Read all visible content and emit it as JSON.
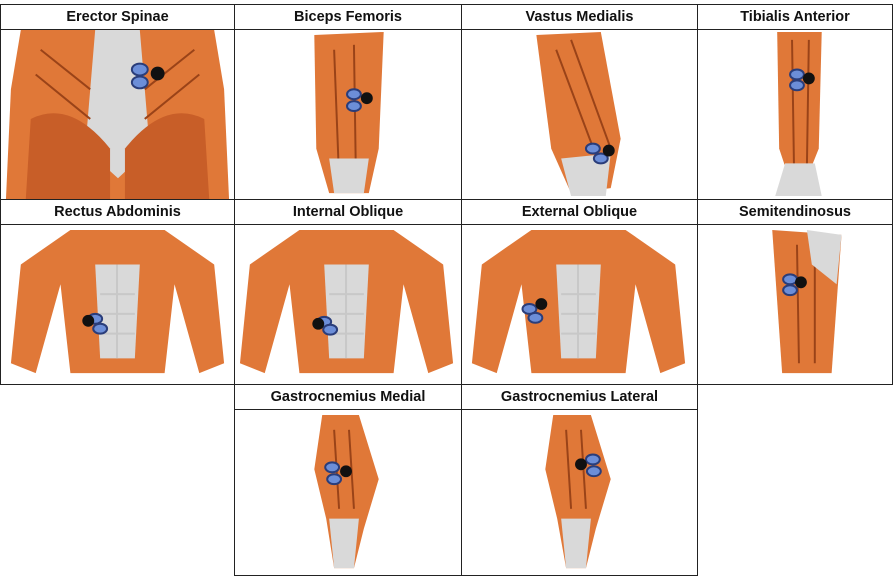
{
  "panels": [
    {
      "id": "erector-spinae",
      "label": "Erector Spinae",
      "view": "back"
    },
    {
      "id": "biceps-femoris",
      "label": "Biceps Femoris",
      "view": "thigh-back"
    },
    {
      "id": "vastus-medialis",
      "label": "Vastus Medialis",
      "view": "thigh-front"
    },
    {
      "id": "tibialis-anterior",
      "label": "Tibialis Anterior",
      "view": "shin"
    },
    {
      "id": "rectus-abdominis",
      "label": "Rectus Abdominis",
      "view": "torso"
    },
    {
      "id": "internal-oblique",
      "label": "Internal Oblique",
      "view": "torso"
    },
    {
      "id": "external-oblique",
      "label": "External Oblique",
      "view": "torso"
    },
    {
      "id": "semitendinosus",
      "label": "Semitendinosus",
      "view": "thigh-back-small"
    },
    {
      "id": "gastrocnemius-medial",
      "label": "Gastrocnemius Medial",
      "view": "calf"
    },
    {
      "id": "gastrocnemius-lateral",
      "label": "Gastrocnemius Lateral",
      "view": "calf"
    }
  ],
  "colors": {
    "muscle": "#e07838",
    "muscle_dark": "#b8521e",
    "tendon": "#d9d9d9",
    "electrode": "#6c8ed8",
    "electrode_ring": "#2a3d7a",
    "reference": "#111111",
    "border": "#222222"
  }
}
